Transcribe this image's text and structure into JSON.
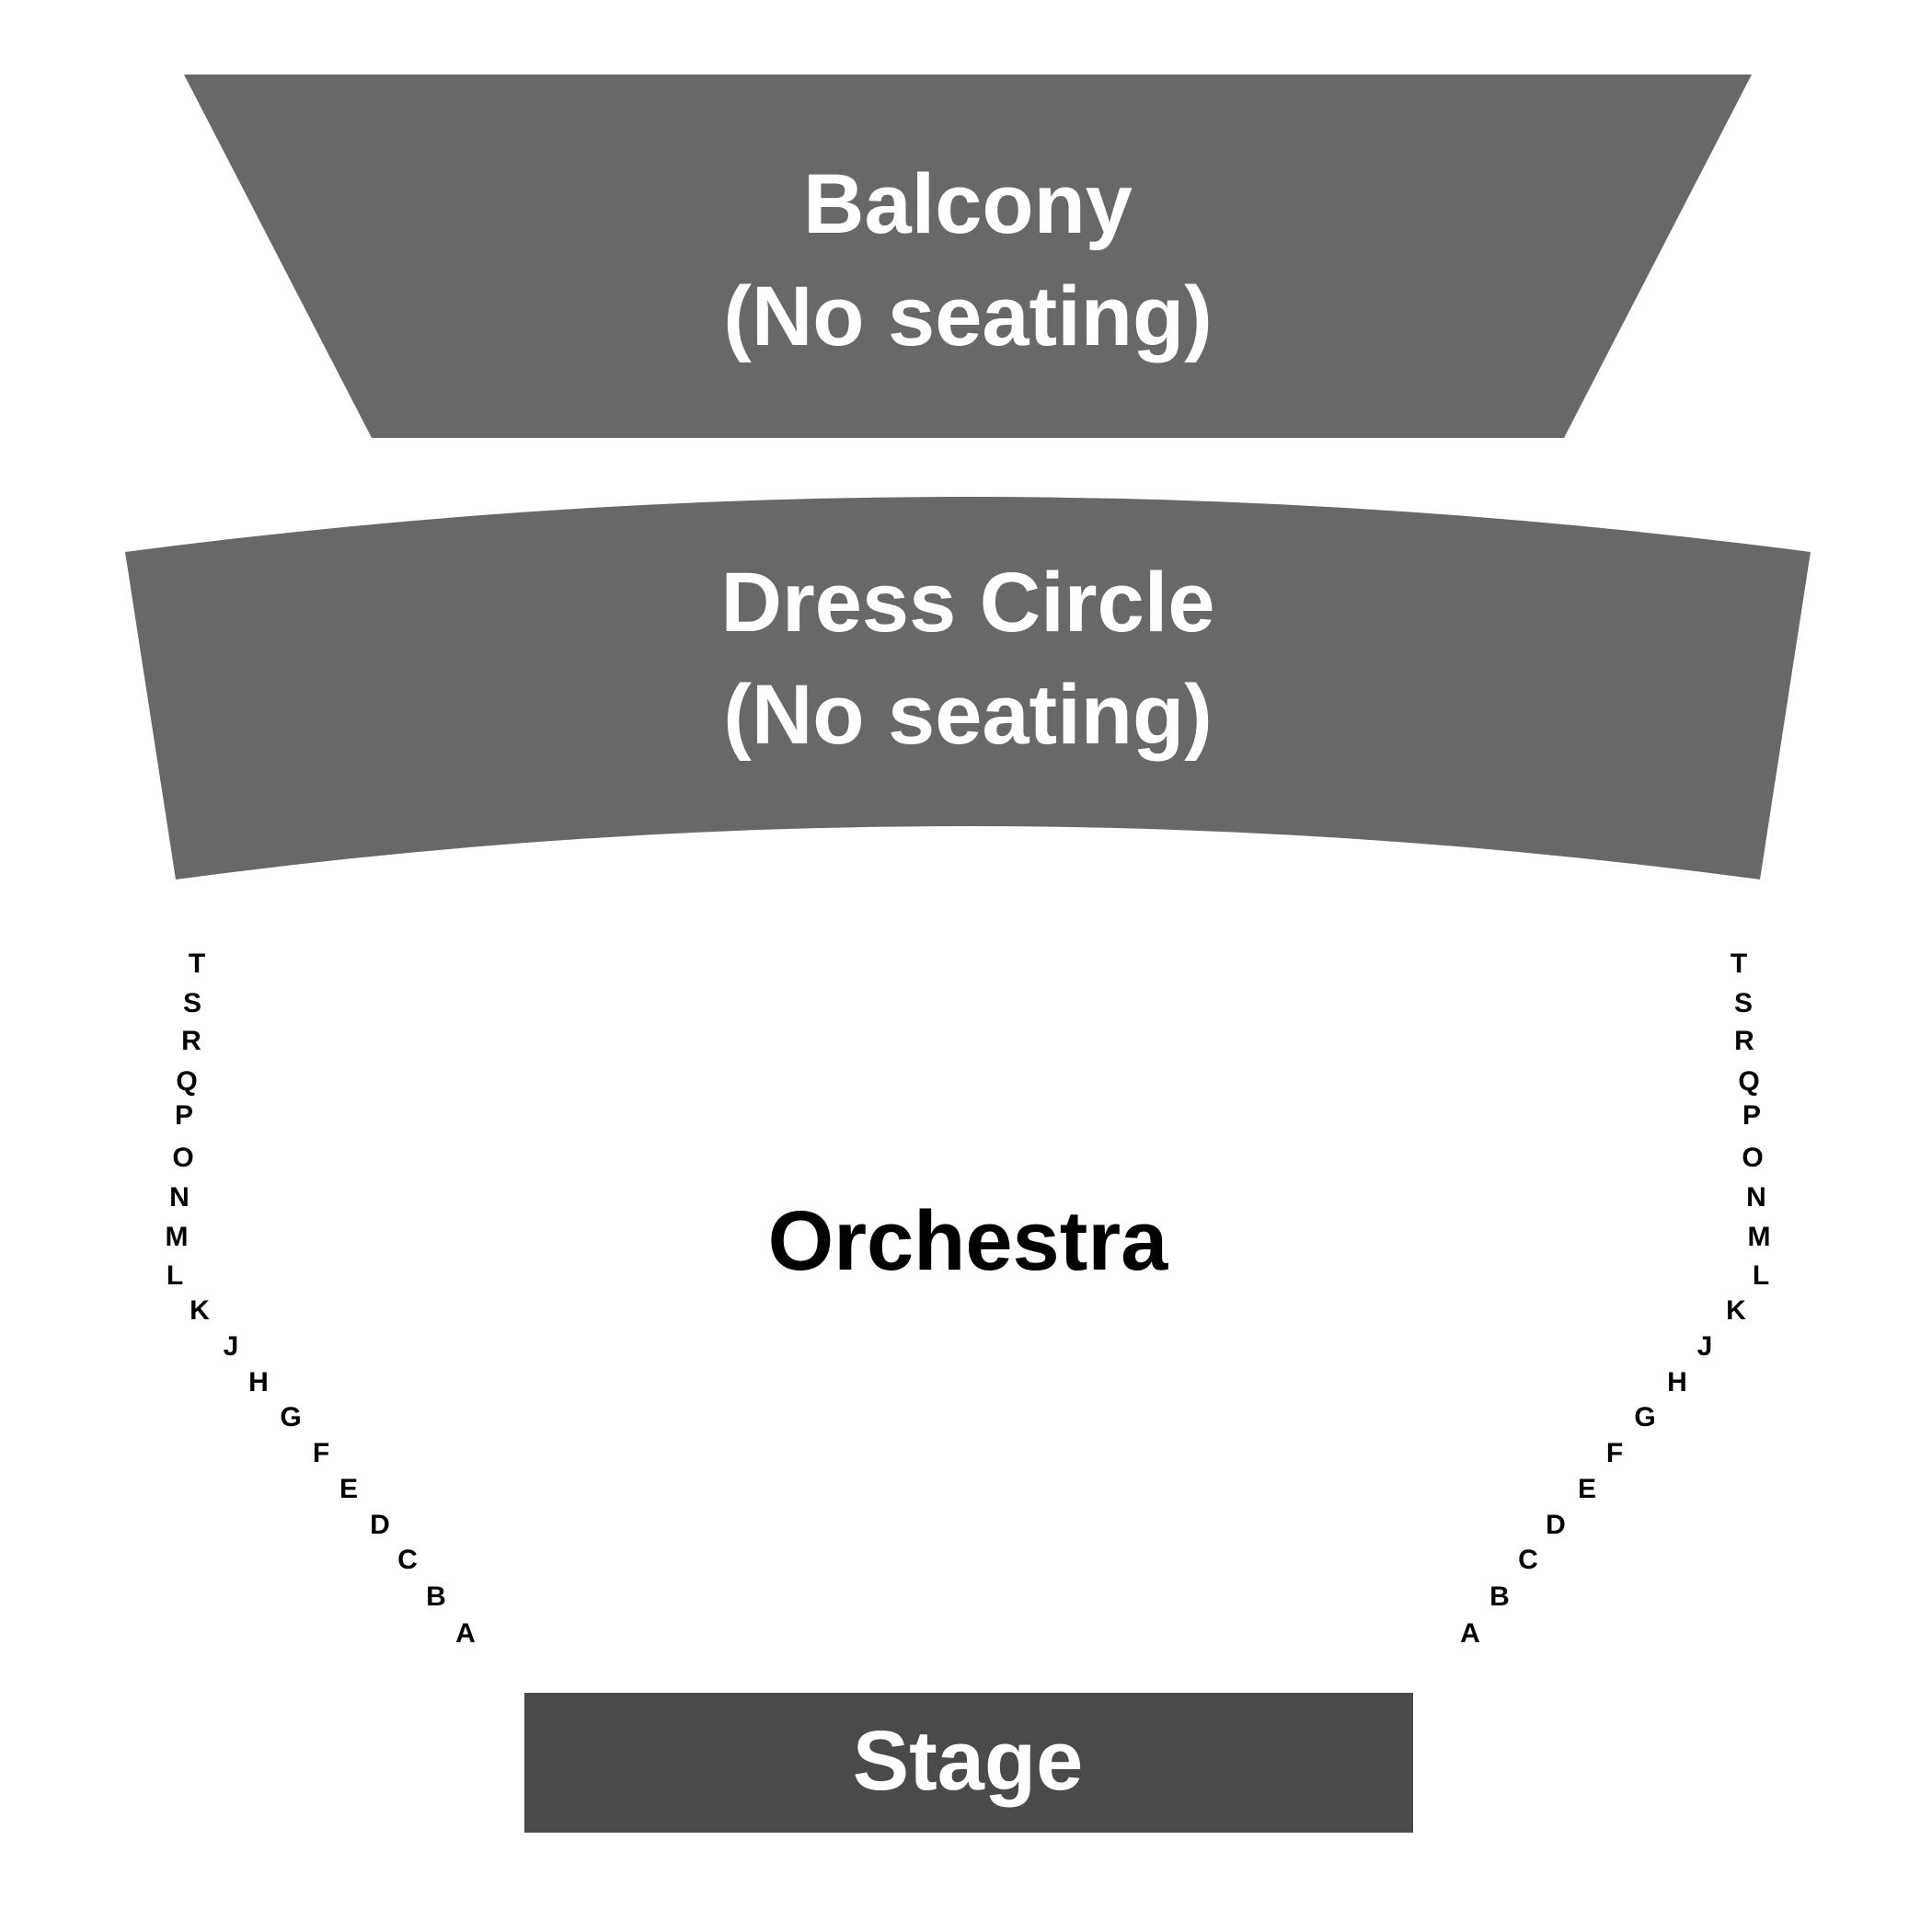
{
  "balcony": {
    "line1": "Balcony",
    "line2": "(No seating)",
    "color": "#686868"
  },
  "dress_circle": {
    "line1": "Dress Circle",
    "line2": "(No seating)",
    "color": "#686868"
  },
  "orchestra": {
    "label": "Orchestra"
  },
  "stage": {
    "label": "Stage",
    "color": "#4a4a4a"
  },
  "rows": {
    "left": [
      "T",
      "S",
      "R",
      "Q",
      "P",
      "O",
      "N",
      "M",
      "L",
      "K",
      "J",
      "H",
      "G",
      "F",
      "E",
      "D",
      "C",
      "B",
      "A"
    ],
    "right": [
      "T",
      "S",
      "R",
      "Q",
      "P",
      "O",
      "N",
      "M",
      "L",
      "K",
      "J",
      "H",
      "G",
      "F",
      "E",
      "D",
      "C",
      "B",
      "A"
    ]
  }
}
